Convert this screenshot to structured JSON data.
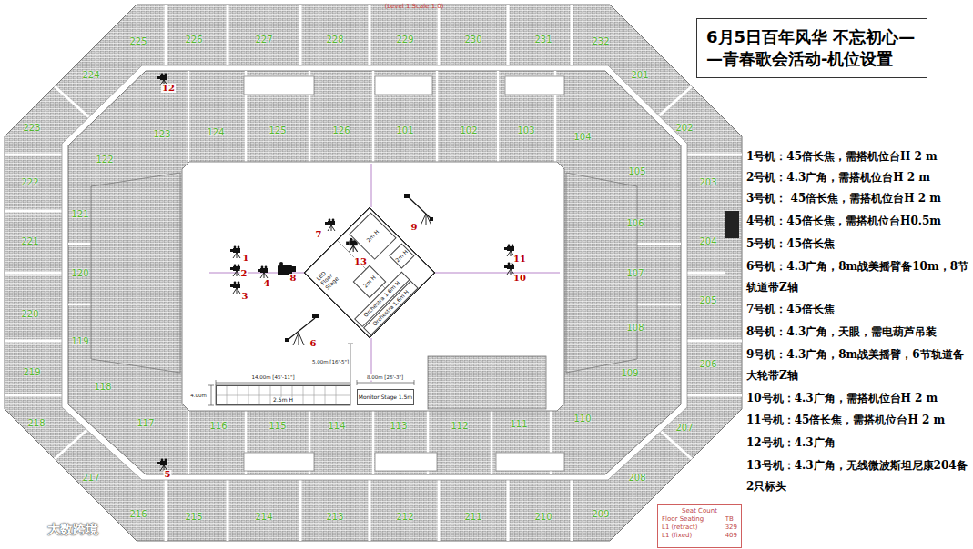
{
  "diagram": {
    "title": "6月5日百年风华 不忘初心— —青春歌会活动-机位设置",
    "nodes": [
      {
        "text": [
          "LED Floor Stage"
        ]
      },
      {
        "text": [
          "2m H"
        ],
        "in": 0
      },
      {
        "text": [
          "2m H"
        ],
        "in": 0
      },
      {
        "text": [
          "2m H"
        ],
        "in": 0
      },
      {
        "text": [
          "Orchestra 1.6m H"
        ],
        "in": 0
      },
      {
        "text": [
          "Orchestra 1.6m H"
        ],
        "in": 0
      },
      {
        "text": [
          "2.5m H"
        ]
      },
      {
        "text": [
          "Monitor Stage 1.5m"
        ]
      },
      {
        "text": [
          "Seat Count",
          "Floor Seating",
          "TB",
          "L1 (retract)",
          "329",
          "L1 (fixed)",
          "409"
        ]
      }
    ],
    "labels": [
      "(Level 1 Scale 1.0)",
      "1号机：45倍长焦，需搭机位台H 2 m",
      "2号机：4.3广角，需搭机位台H 2 m",
      "3号机： 45倍长焦，需搭机位台H 2 m",
      "4号机：45倍长焦，需搭机位台H0.5m",
      "5号机：45倍长焦",
      "6号机：4.3广角，8m战美摇臂备10m，8节轨道带Z轴",
      "7号机：45倍长焦",
      "8号机：4.3广角，天眼，需电葫芦吊装",
      "9号机：4.3广角，8m战美摇臂，6节轨道备大轮带Z轴",
      "10号机：4.3广角，需搭机位台H 2 m",
      "11号机：45倍长焦，需搭机位台H 2 m",
      "12号机：4.3广角",
      "13号机：4.3广角，无线微波斯坦尼康204备2只标头",
      "1",
      "2",
      "3",
      "4",
      "5",
      "6",
      "7",
      "8",
      "9",
      "10",
      "11",
      "12",
      "13",
      "201",
      "202",
      "203",
      "204",
      "205",
      "206",
      "207",
      "208",
      "209",
      "210",
      "211",
      "212",
      "213",
      "214",
      "215",
      "216",
      "217",
      "218",
      "219",
      "220",
      "221",
      "222",
      "223",
      "224",
      "225",
      "226",
      "227",
      "228",
      "229",
      "230",
      "231",
      "232",
      "123",
      "124",
      "125",
      "126",
      "101",
      "102",
      "103",
      "104",
      "105",
      "106",
      "107",
      "108",
      "109",
      "110",
      "111",
      "112",
      "113",
      "114",
      "115",
      "116",
      "117",
      "118",
      "119",
      "120",
      "121",
      "122",
      "14.00m [45'-11\"]",
      "8.00m [26'-3\"]",
      "4.00m",
      "5.00m [16'-5\"]",
      "大数跨境"
    ]
  }
}
